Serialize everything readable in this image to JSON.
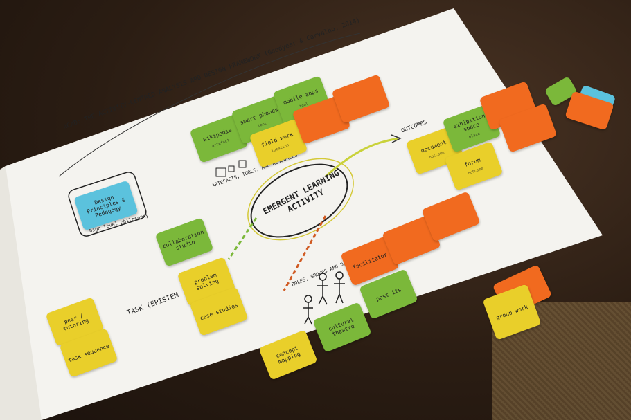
{
  "title_line": "ACAD: THE ACTIVITY-CENTRED ANALYSIS AND DESIGN FRAMEWORK (Goodyear & Carvalho, 2014)",
  "center_label": "EMERGENT LEARNING ACTIVITY",
  "labels": {
    "artefacts": "ARTEFACTS, TOOLS, AND RESOURCES",
    "outcomes": "OUTCOMES",
    "roles": "ROLES, GROUPS AND DIVISIONS OF LABOUR (SOCIAL DESIGN)",
    "task": "TASK (EPISTEM",
    "philosophy": "high level philosophy"
  },
  "blue_card": {
    "title": "Design Principles & Pedagogy"
  },
  "cards": [
    {
      "id": "wiki",
      "color": "green",
      "title": "wikipedia",
      "sub": "artefact"
    },
    {
      "id": "smartphones",
      "color": "green",
      "title": "smart phones",
      "sub": "tool"
    },
    {
      "id": "mobile",
      "color": "green",
      "title": "mobile apps",
      "sub": "tool"
    },
    {
      "id": "fieldwork",
      "color": "yellow",
      "title": "field work",
      "sub": "location"
    },
    {
      "id": "orange1",
      "color": "orange",
      "title": "",
      "sub": ""
    },
    {
      "id": "orange2",
      "color": "orange",
      "title": "",
      "sub": ""
    },
    {
      "id": "document",
      "color": "yellow",
      "title": "document",
      "sub": "outcome"
    },
    {
      "id": "exhibition",
      "color": "green",
      "title": "exhibition space",
      "sub": "place"
    },
    {
      "id": "forum",
      "color": "yellow",
      "title": "forum",
      "sub": "outcome"
    },
    {
      "id": "orange3",
      "color": "orange",
      "title": "",
      "sub": ""
    },
    {
      "id": "orange4",
      "color": "orange",
      "title": "",
      "sub": ""
    },
    {
      "id": "collab",
      "color": "green",
      "title": "collaboration studio",
      "sub": ""
    },
    {
      "id": "problem",
      "color": "yellow",
      "title": "problem solving",
      "sub": ""
    },
    {
      "id": "case",
      "color": "yellow",
      "title": "case studies",
      "sub": ""
    },
    {
      "id": "peer",
      "color": "yellow",
      "title": "peer / tutoring",
      "sub": ""
    },
    {
      "id": "task",
      "color": "yellow",
      "title": "task sequence",
      "sub": ""
    },
    {
      "id": "facilitator",
      "color": "orange",
      "title": "facilitator",
      "sub": ""
    },
    {
      "id": "role2",
      "color": "orange",
      "title": "",
      "sub": ""
    },
    {
      "id": "role3",
      "color": "orange",
      "title": "",
      "sub": ""
    },
    {
      "id": "cultural",
      "color": "green",
      "title": "cultural theatre",
      "sub": ""
    },
    {
      "id": "postits",
      "color": "green",
      "title": "post its",
      "sub": ""
    },
    {
      "id": "concept",
      "color": "yellow",
      "title": "concept mapping",
      "sub": ""
    },
    {
      "id": "stack1",
      "color": "yellow",
      "title": "group work",
      "sub": ""
    },
    {
      "id": "corner1",
      "color": "orange",
      "title": "",
      "sub": ""
    }
  ]
}
